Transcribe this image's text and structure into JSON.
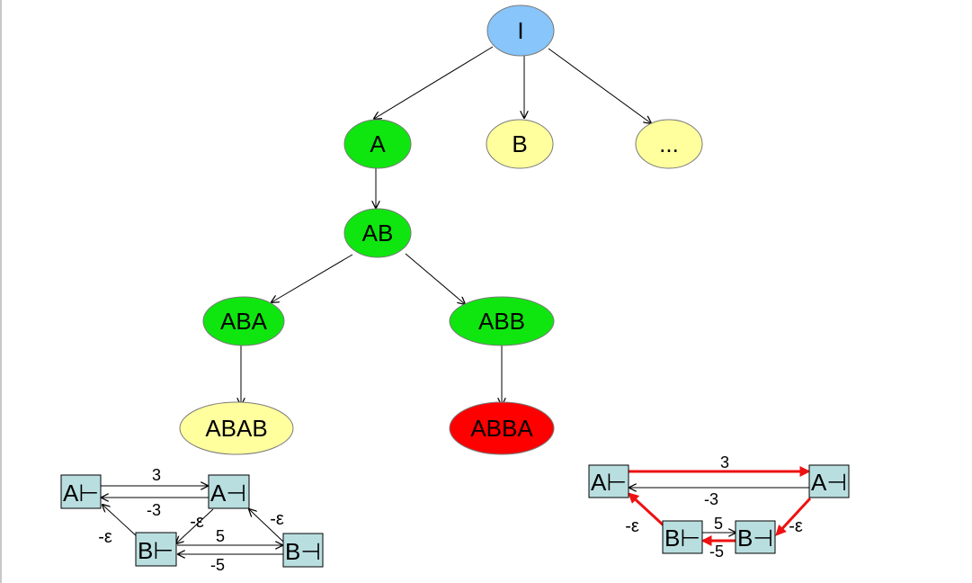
{
  "colors": {
    "root": "#87c5fb",
    "explored": "#0fe60f",
    "frontier": "#ffff9e",
    "pruned": "#ff0000",
    "box_fill": "#b9dee0",
    "cycle_edge": "#ee1111"
  },
  "tree": {
    "root": "I",
    "level1": [
      "A",
      "B",
      "..."
    ],
    "level2": "AB",
    "level3": [
      "ABA",
      "ABB"
    ],
    "level4": [
      "ABAB",
      "ABBA"
    ]
  },
  "graph_left": {
    "nodes": {
      "a_start": "A⊢",
      "a_end": "A⊣",
      "b_start": "B⊢",
      "b_end": "B⊣"
    },
    "edges": {
      "a_forward": "3",
      "a_back": "-3",
      "a_end_to_b_start": "-ε",
      "b_end_to_a_end": "-ε",
      "b_start_to_a_start": "-ε",
      "b_forward": "5",
      "b_back": "-5"
    }
  },
  "graph_right": {
    "nodes": {
      "a_start": "A⊢",
      "a_end": "A⊣",
      "b_start": "B⊢",
      "b_end": "B⊣"
    },
    "edges": {
      "a_forward": "3",
      "a_back": "-3",
      "b_start_to_a_start": "-ε",
      "a_end_to_b_end": "-ε",
      "b_forward": "5",
      "b_back": "-5"
    }
  }
}
